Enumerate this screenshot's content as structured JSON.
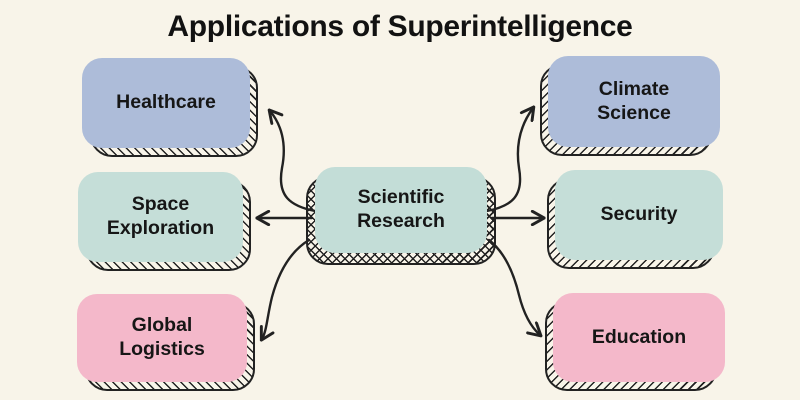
{
  "title": "Applications of Superintelligence",
  "colors": {
    "background": "#f8f4e9",
    "ink": "#222222",
    "node_blue": "#adbcd9",
    "node_mint": "#c5ded8",
    "node_pink": "#f4b8ca"
  },
  "diagram": {
    "type": "radial-mindmap",
    "center": {
      "id": "scientific-research",
      "label": "Scientific Research"
    },
    "nodes": [
      {
        "id": "healthcare",
        "label": "Healthcare",
        "color": "#adbcd9",
        "side": "left",
        "row": "top"
      },
      {
        "id": "space-exploration",
        "label": "Space Exploration",
        "color": "#c5ded8",
        "side": "left",
        "row": "middle"
      },
      {
        "id": "global-logistics",
        "label": "Global Logistics",
        "color": "#f4b8ca",
        "side": "left",
        "row": "bottom"
      },
      {
        "id": "climate-science",
        "label": "Climate Science",
        "color": "#adbcd9",
        "side": "right",
        "row": "top"
      },
      {
        "id": "security",
        "label": "Security",
        "color": "#c5ded8",
        "side": "right",
        "row": "middle"
      },
      {
        "id": "education",
        "label": "Education",
        "color": "#f4b8ca",
        "side": "right",
        "row": "bottom"
      }
    ],
    "connections": [
      {
        "from": "scientific-research",
        "to": "healthcare"
      },
      {
        "from": "scientific-research",
        "to": "space-exploration"
      },
      {
        "from": "scientific-research",
        "to": "global-logistics"
      },
      {
        "from": "scientific-research",
        "to": "climate-science"
      },
      {
        "from": "scientific-research",
        "to": "security"
      },
      {
        "from": "scientific-research",
        "to": "education"
      }
    ]
  }
}
